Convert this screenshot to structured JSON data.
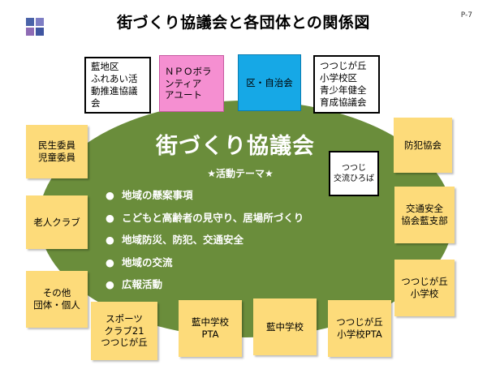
{
  "header": {
    "title": "街づくり協議会と各団体との関係図",
    "page": "P-7"
  },
  "logo_colors": [
    "#4a63a8",
    "#7e7ec4",
    "#8e6bb4",
    "#3f55a0"
  ],
  "center": {
    "title": "街づくり協議会",
    "theme_heading": "★活動テーマ★",
    "themes": [
      "地域の懸案事項",
      "こどもと高齢者の見守り、居場所づくり",
      "地域防災、防犯、交通安全",
      "地域の交流",
      "広報活動"
    ]
  },
  "organizations": {
    "aiji_fureai": "藍地区\nふれあい活\n動推進協議\n会",
    "npo": "ＮＰＯボラ\nンティア\nアユート",
    "ku_jichikai": "区・自治会",
    "seishonen": "つつじが丘\n小学校区\n青少年健全\n育成協議会",
    "minsei": "民生委員\n児童委員",
    "bohan": "防犯協会",
    "tsutsuji_hiroba": "つつじ\n交流ひろば",
    "rojin": "老人クラブ",
    "kotsu_anzen": "交通安全\n協会藍支部",
    "tsutsuji_sho": "つつじが丘\n小学校",
    "sonota": "その他\n団体・個人",
    "sports": "スポーツ\nクラブ21\nつつじが丘",
    "aichu_pta": "藍中学校\nPTA",
    "aichu": "藍中学校",
    "tsutsuji_pta": "つつじが丘\n小学校PTA"
  },
  "colors": {
    "sticky": "#fddb7a",
    "ellipse": "#6a8d3b",
    "npo": "#f58fd1",
    "jichikai": "#16a8e6"
  }
}
